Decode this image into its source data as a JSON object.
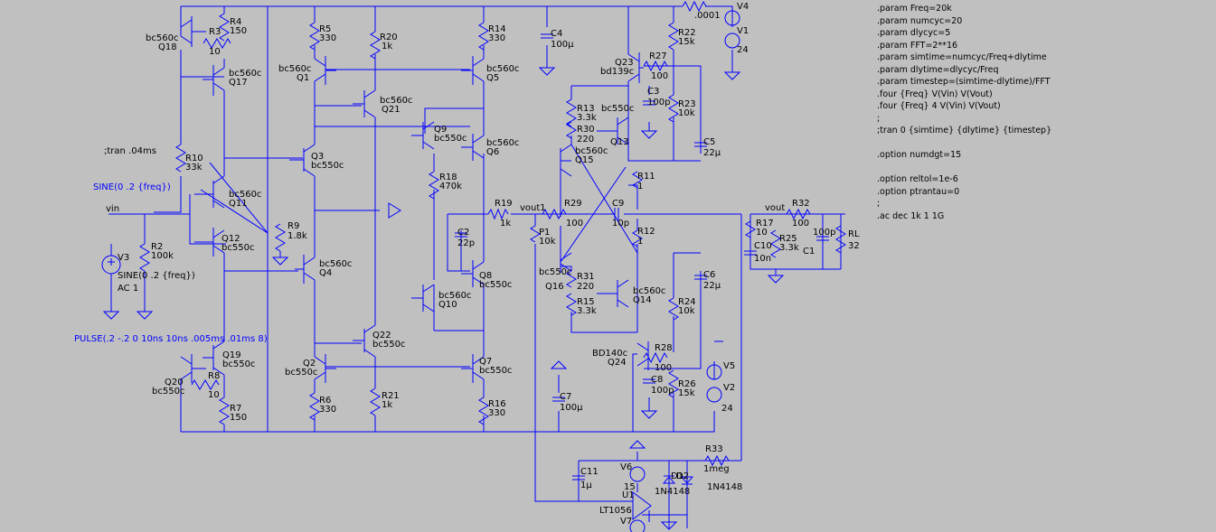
{
  "directives": [
    ".param Freq=20k",
    ".param numcyc=20",
    ".param dlycyc=5",
    ".param FFT=2**16",
    ".param simtime=numcyc/Freq+dlytime",
    ".param dlytime=dlycyc/Freq",
    ".param timestep=(simtime-dlytime)/FFT",
    ".four {Freq} V(Vin) V(Vout)",
    ".four {Freq} 4 V(Vin) V(Vout)",
    ";",
    ";tran 0 {simtime} {dlytime} {timestep}",
    "",
    ".option numdgt=15",
    "",
    ".option reltol=1e-6",
    ".option ptrantau=0",
    ";",
    ".ac dec 1k 1 1G"
  ],
  "comment_tran": ";tran .04ms",
  "sources": {
    "sine_top": "SINE(0 .2 {freq})",
    "sine_v3": "SINE(0 .2 {freq})",
    "ac": "AC 1",
    "pulse": "PULSE(.2 -.2 0 10ns 10ns .005ms .01ms 8)"
  },
  "nets": {
    "vin": "vin",
    "vout1": "vout1",
    "vout": "vout"
  },
  "labels": [
    {
      "id": "q18n",
      "text": "bc560c"
    },
    {
      "id": "q18",
      "text": "Q18"
    },
    {
      "id": "r4",
      "text": "R4"
    },
    {
      "id": "r4v",
      "text": "150"
    },
    {
      "id": "r3",
      "text": "R3"
    },
    {
      "id": "r3v",
      "text": "10"
    },
    {
      "id": "q17n",
      "text": "bc560c"
    },
    {
      "id": "q17",
      "text": "Q17"
    },
    {
      "id": "r10",
      "text": "R10"
    },
    {
      "id": "r10v",
      "text": "33k"
    },
    {
      "id": "q11n",
      "text": "bc560c"
    },
    {
      "id": "q11",
      "text": "Q11"
    },
    {
      "id": "q12",
      "text": "Q12"
    },
    {
      "id": "q12n",
      "text": "bc550c"
    },
    {
      "id": "v3",
      "text": "V3"
    },
    {
      "id": "r2",
      "text": "R2"
    },
    {
      "id": "r2v",
      "text": "100k"
    },
    {
      "id": "q19",
      "text": "Q19"
    },
    {
      "id": "q19n",
      "text": "bc550c"
    },
    {
      "id": "q20",
      "text": "Q20"
    },
    {
      "id": "q20n",
      "text": "bc550c"
    },
    {
      "id": "r8",
      "text": "R8"
    },
    {
      "id": "r8v",
      "text": "10"
    },
    {
      "id": "r7",
      "text": "R7"
    },
    {
      "id": "r7v",
      "text": "150"
    },
    {
      "id": "r5",
      "text": "R5"
    },
    {
      "id": "r5v",
      "text": "330"
    },
    {
      "id": "r20",
      "text": "R20"
    },
    {
      "id": "r20v",
      "text": "1k"
    },
    {
      "id": "q1n",
      "text": "bc560c"
    },
    {
      "id": "q1",
      "text": "Q1"
    },
    {
      "id": "q21n",
      "text": "bc560c"
    },
    {
      "id": "q21",
      "text": "Q21"
    },
    {
      "id": "q3",
      "text": "Q3"
    },
    {
      "id": "q3n",
      "text": "bc550c"
    },
    {
      "id": "r9",
      "text": "R9"
    },
    {
      "id": "r9v",
      "text": "1.8k"
    },
    {
      "id": "q4n",
      "text": "bc560c"
    },
    {
      "id": "q4",
      "text": "Q4"
    },
    {
      "id": "q22",
      "text": "Q22"
    },
    {
      "id": "q22n",
      "text": "bc550c"
    },
    {
      "id": "q2",
      "text": "Q2"
    },
    {
      "id": "q2n",
      "text": "bc550c"
    },
    {
      "id": "r6",
      "text": "R6"
    },
    {
      "id": "r6v",
      "text": "330"
    },
    {
      "id": "r21",
      "text": "R21"
    },
    {
      "id": "r21v",
      "text": "1k"
    },
    {
      "id": "r14",
      "text": "R14"
    },
    {
      "id": "r14v",
      "text": "330"
    },
    {
      "id": "q5n",
      "text": "bc560c"
    },
    {
      "id": "q5",
      "text": "Q5"
    },
    {
      "id": "q9",
      "text": "Q9"
    },
    {
      "id": "q9n",
      "text": "bc550c"
    },
    {
      "id": "q6n",
      "text": "bc560c"
    },
    {
      "id": "q6",
      "text": "Q6"
    },
    {
      "id": "r18",
      "text": "R18"
    },
    {
      "id": "r18v",
      "text": "470k"
    },
    {
      "id": "c2",
      "text": "C2"
    },
    {
      "id": "c2v",
      "text": "22p"
    },
    {
      "id": "r19",
      "text": "R19"
    },
    {
      "id": "r19v",
      "text": "1k"
    },
    {
      "id": "q8",
      "text": "Q8"
    },
    {
      "id": "q8n",
      "text": "bc550c"
    },
    {
      "id": "q10n",
      "text": "bc560c"
    },
    {
      "id": "q10",
      "text": "Q10"
    },
    {
      "id": "q7",
      "text": "Q7"
    },
    {
      "id": "q7n",
      "text": "bc550c"
    },
    {
      "id": "r16",
      "text": "R16"
    },
    {
      "id": "r16v",
      "text": "330"
    },
    {
      "id": "c4",
      "text": "C4"
    },
    {
      "id": "c4v",
      "text": "100µ"
    },
    {
      "id": "c7",
      "text": "C7"
    },
    {
      "id": "c7v",
      "text": "100µ"
    },
    {
      "id": "p1",
      "text": "P1"
    },
    {
      "id": "p1v",
      "text": "10k"
    },
    {
      "id": "q23",
      "text": "Q23"
    },
    {
      "id": "q23n",
      "text": "bd139c"
    },
    {
      "id": "r27",
      "text": "R27"
    },
    {
      "id": "r27v",
      "text": "100"
    },
    {
      "id": "c3",
      "text": "C3"
    },
    {
      "id": "c3v",
      "text": "100p"
    },
    {
      "id": "r13",
      "text": "R13"
    },
    {
      "id": "r13v",
      "text": "3.3k"
    },
    {
      "id": "q13n",
      "text": "bc550c"
    },
    {
      "id": "q13",
      "text": "Q13"
    },
    {
      "id": "r30",
      "text": "R30"
    },
    {
      "id": "r30v",
      "text": "220"
    },
    {
      "id": "q15n",
      "text": "bc560c"
    },
    {
      "id": "q15",
      "text": "Q15"
    },
    {
      "id": "r22",
      "text": "R22"
    },
    {
      "id": "r22v",
      "text": "15k"
    },
    {
      "id": "r23",
      "text": "R23"
    },
    {
      "id": "r23v",
      "text": "10k"
    },
    {
      "id": "c5",
      "text": "C5"
    },
    {
      "id": "c5v",
      "text": "22µ"
    },
    {
      "id": "r11",
      "text": "R11"
    },
    {
      "id": "r11v",
      "text": "1"
    },
    {
      "id": "r29",
      "text": "R29"
    },
    {
      "id": "r29v",
      "text": "100"
    },
    {
      "id": "c9",
      "text": "C9"
    },
    {
      "id": "c9v",
      "text": "10p"
    },
    {
      "id": "r12",
      "text": "R12"
    },
    {
      "id": "r12v",
      "text": "1"
    },
    {
      "id": "q16n",
      "text": "bc550c"
    },
    {
      "id": "q16",
      "text": "Q16"
    },
    {
      "id": "r31",
      "text": "R31"
    },
    {
      "id": "r31v",
      "text": "220"
    },
    {
      "id": "r15",
      "text": "R15"
    },
    {
      "id": "r15v",
      "text": "3.3k"
    },
    {
      "id": "q14n",
      "text": "bc560c"
    },
    {
      "id": "q14",
      "text": "Q14"
    },
    {
      "id": "r24",
      "text": "R24"
    },
    {
      "id": "r24v",
      "text": "10k"
    },
    {
      "id": "c6",
      "text": "C6"
    },
    {
      "id": "c6v",
      "text": "22µ"
    },
    {
      "id": "q24n",
      "text": "BD140c"
    },
    {
      "id": "q24",
      "text": "Q24"
    },
    {
      "id": "r28",
      "text": "R28"
    },
    {
      "id": "r28v",
      "text": "100"
    },
    {
      "id": "c8",
      "text": "C8"
    },
    {
      "id": "c8v",
      "text": "100p"
    },
    {
      "id": "r26",
      "text": "R26"
    },
    {
      "id": "r26v",
      "text": "15k"
    },
    {
      "id": "v4",
      "text": "V4"
    },
    {
      "id": "r1v",
      "text": ".0001"
    },
    {
      "id": "v1",
      "text": "V1"
    },
    {
      "id": "v1v",
      "text": "24"
    },
    {
      "id": "v5",
      "text": "V5"
    },
    {
      "id": "v2",
      "text": "V2"
    },
    {
      "id": "v2v",
      "text": "24"
    },
    {
      "id": "r32",
      "text": "R32"
    },
    {
      "id": "r32v",
      "text": "100"
    },
    {
      "id": "r17",
      "text": "R17"
    },
    {
      "id": "r17v",
      "text": "10"
    },
    {
      "id": "c10",
      "text": "C10"
    },
    {
      "id": "c10v",
      "text": "10n"
    },
    {
      "id": "r25",
      "text": "R25"
    },
    {
      "id": "r25v",
      "text": "3.3k"
    },
    {
      "id": "c1v",
      "text": "100p"
    },
    {
      "id": "c1",
      "text": "C1"
    },
    {
      "id": "rl",
      "text": "RL"
    },
    {
      "id": "rlv",
      "text": "32"
    },
    {
      "id": "c11",
      "text": "C11"
    },
    {
      "id": "c11v",
      "text": "1µ"
    },
    {
      "id": "v6",
      "text": "V6"
    },
    {
      "id": "v6v",
      "text": "15"
    },
    {
      "id": "u1",
      "text": "U1"
    },
    {
      "id": "u1n",
      "text": "LT1056"
    },
    {
      "id": "v7",
      "text": "V7"
    },
    {
      "id": "d1",
      "text": "D1"
    },
    {
      "id": "d1n",
      "text": "1N4148"
    },
    {
      "id": "d2",
      "text": "D2"
    },
    {
      "id": "d2n",
      "text": "1N4148"
    },
    {
      "id": "r33",
      "text": "R33"
    },
    {
      "id": "r33v",
      "text": "1meg"
    }
  ]
}
